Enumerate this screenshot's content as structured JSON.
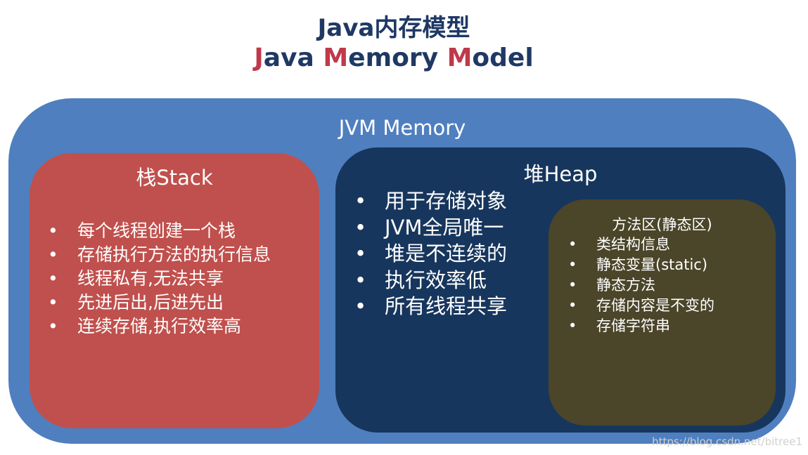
{
  "title": {
    "chinese": "Java内存模型",
    "english_parts": [
      {
        "text": "J",
        "highlight": true
      },
      {
        "text": "ava ",
        "highlight": false
      },
      {
        "text": "M",
        "highlight": true
      },
      {
        "text": "emory ",
        "highlight": false
      },
      {
        "text": "M",
        "highlight": true
      },
      {
        "text": "odel",
        "highlight": false
      }
    ]
  },
  "jvm": {
    "label": "JVM Memory"
  },
  "stack": {
    "title": "栈Stack",
    "items": [
      "每个线程创建一个栈",
      "存储执行方法的执行信息",
      "线程私有,无法共享",
      "先进后出,后进先出",
      "连续存储,执行效率高"
    ]
  },
  "heap": {
    "title": "堆Heap",
    "items": [
      "用于存储对象",
      "JVM全局唯一",
      "堆是不连续的",
      "执行效率低",
      "所有线程共享"
    ]
  },
  "method_area": {
    "title": "方法区(静态区)",
    "items": [
      "类结构信息",
      "静态变量(static)",
      "静态方法",
      "存储内容是不变的",
      "存储字符串"
    ]
  },
  "bullet": "•",
  "watermark": "https://blog.csdn.net/bitree1",
  "colors": {
    "title": "#1f3864",
    "highlight": "#c0394a",
    "jvm": "#4f7fbf",
    "stack": "#c0504d",
    "heap": "#17365d",
    "method_area": "#4b4529"
  }
}
